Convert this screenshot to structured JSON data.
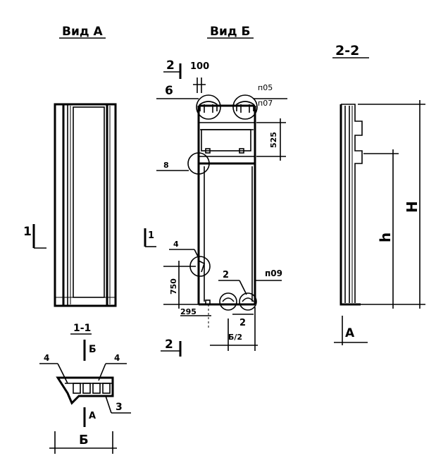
{
  "views": {
    "view_a_title": "Вид А",
    "view_b_title": "Вид Б",
    "section_22_title": "2-2",
    "section_11_title": "1-1"
  },
  "labels": {
    "cut_1_left": "1",
    "cut_1_mid": "1",
    "cut_2_top": "2",
    "cut_2_bottom": "2",
    "dim_100": "100",
    "dim_525": "525",
    "dim_750": "750",
    "dim_295": "295",
    "dim_b_half": "Б/2",
    "dim_b_top": "Б",
    "dim_b_bottom": "Б",
    "dim_A_top": "А",
    "dim_A_right": "А",
    "dim_H": "H",
    "dim_h": "h",
    "callout_6": "6",
    "callout_8": "8",
    "callout_4": "4",
    "callout_2": "2",
    "callout_2b": "2",
    "callout_n05": "п05",
    "callout_n07": "п07",
    "callout_n09": "п09",
    "sec_callout_4_left": "4",
    "sec_callout_4_right": "4",
    "sec_callout_3": "3"
  }
}
